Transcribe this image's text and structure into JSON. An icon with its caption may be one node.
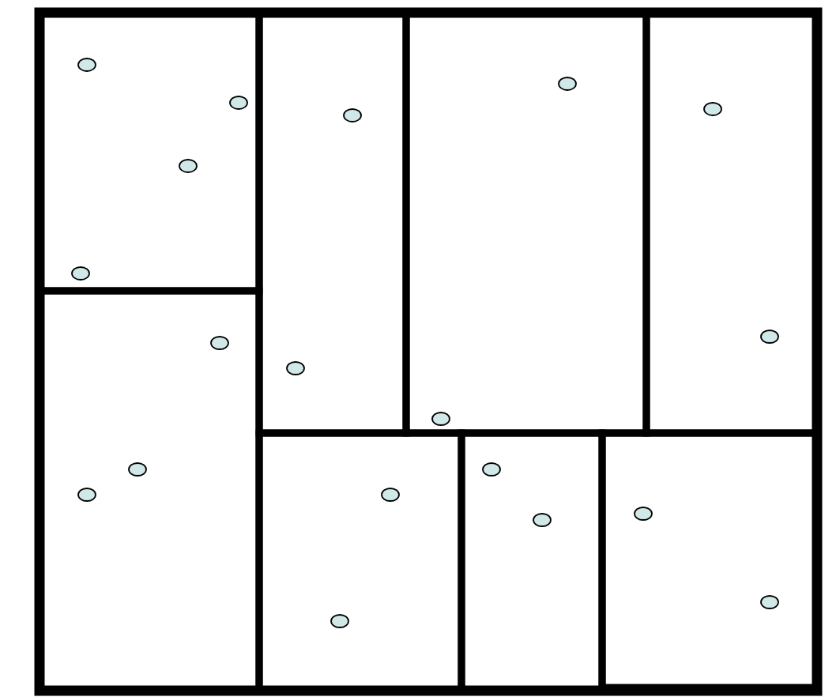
{
  "diagram": {
    "nodes": [
      {
        "text": [],
        "shape": "box"
      },
      {
        "text": [],
        "shape": "box",
        "in": 0
      },
      {
        "text": [],
        "shape": "circle",
        "in": 1
      },
      {
        "text": [],
        "shape": "circle",
        "in": 1
      },
      {
        "text": [],
        "shape": "circle",
        "in": 1
      },
      {
        "text": [],
        "shape": "circle",
        "in": 1
      },
      {
        "text": [],
        "shape": "box",
        "in": 0
      },
      {
        "text": [],
        "shape": "circle",
        "in": 6
      },
      {
        "text": [],
        "shape": "circle",
        "in": 6
      },
      {
        "text": [],
        "shape": "box",
        "in": 0
      },
      {
        "text": [],
        "shape": "circle",
        "in": 9
      },
      {
        "text": [],
        "shape": "circle",
        "in": 9
      },
      {
        "text": [],
        "shape": "box",
        "in": 0
      },
      {
        "text": [],
        "shape": "circle",
        "in": 12
      },
      {
        "text": [],
        "shape": "circle",
        "in": 12
      },
      {
        "text": [],
        "shape": "box",
        "in": 0
      },
      {
        "text": [],
        "shape": "circle",
        "in": 15
      },
      {
        "text": [],
        "shape": "circle",
        "in": 15
      },
      {
        "text": [],
        "shape": "circle",
        "in": 15
      },
      {
        "text": [],
        "shape": "box",
        "in": 0
      },
      {
        "text": [],
        "shape": "circle",
        "in": 19
      },
      {
        "text": [],
        "shape": "circle",
        "in": 19
      },
      {
        "text": [],
        "shape": "box",
        "in": 0
      },
      {
        "text": [],
        "shape": "circle",
        "in": 22
      },
      {
        "text": [],
        "shape": "circle",
        "in": 22
      },
      {
        "text": [],
        "shape": "box",
        "in": 0
      },
      {
        "text": [],
        "shape": "circle",
        "in": 25
      },
      {
        "text": [],
        "shape": "circle",
        "in": 25
      }
    ]
  }
}
